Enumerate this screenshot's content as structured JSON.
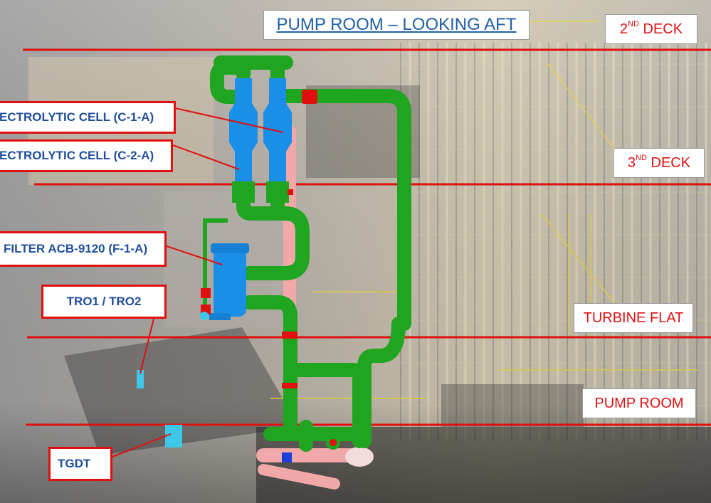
{
  "title": "PUMP ROOM – LOOKING AFT",
  "decks": {
    "second": {
      "num": "2",
      "sup": "ND",
      "name": "DECK"
    },
    "third": {
      "num": "3",
      "sup": "ND",
      "name": "DECK"
    },
    "turbine": "TURBINE FLAT",
    "pump": "PUMP ROOM"
  },
  "callouts": {
    "cell1": "ECTROLYTIC CELL (C-1-A)",
    "cell2": "ECTROLYTIC CELL (C-2-A)",
    "filter": "FILTER ACB-9120 (F-1-A)",
    "tro": "TRO1 / TRO2",
    "tgdt": "TGDT"
  },
  "colors": {
    "pipe_green": "#1fa51f",
    "cell_blue": "#1a8fe8",
    "pink": "#f0a8a8",
    "label_red": "#e01010",
    "label_blue": "#1f4e9c",
    "deck_line": "#e01010"
  }
}
